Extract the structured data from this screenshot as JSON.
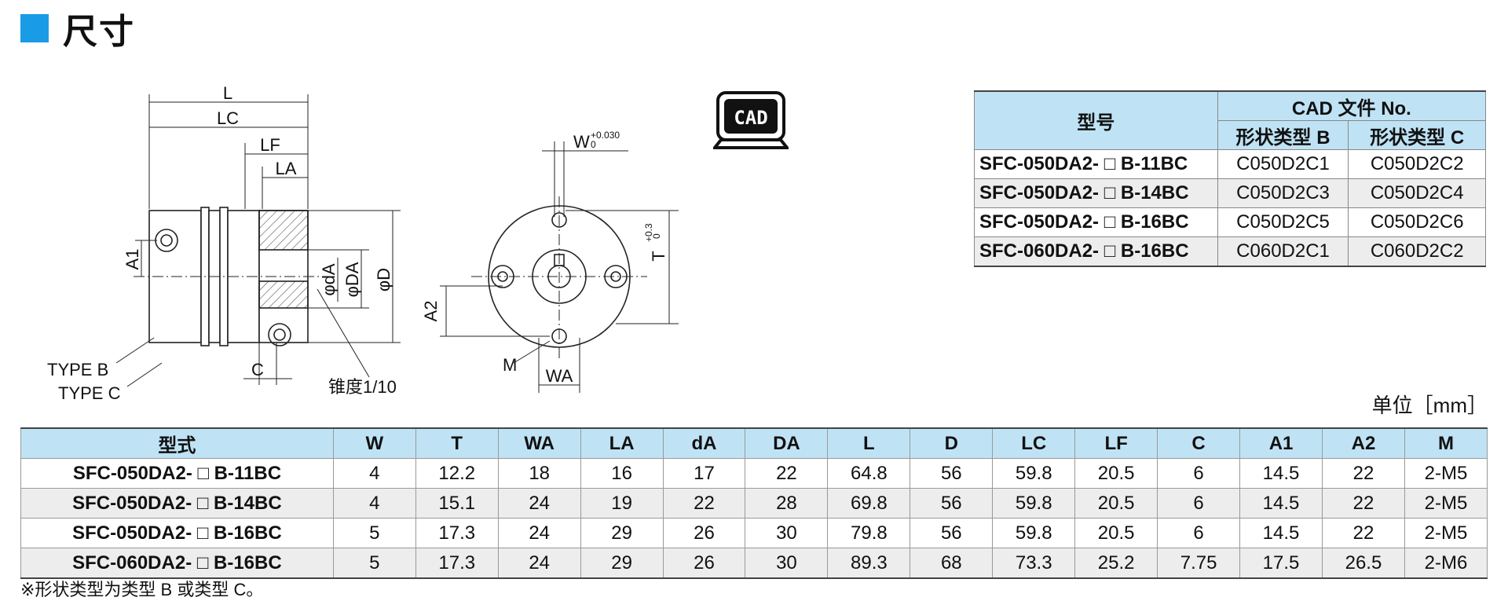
{
  "section": {
    "title": "尺寸",
    "accent_color": "#1a9be6"
  },
  "drawing": {
    "labels": {
      "L": "L",
      "LC": "LC",
      "LF": "LF",
      "LA": "LA",
      "A1": "A1",
      "dA": "φdA",
      "DA": "φDA",
      "D": "φD",
      "type_b": "TYPE B",
      "type_c": "TYPE C",
      "C": "C",
      "taper": "锥度1/10",
      "W": "W",
      "W_tol_upper": "+0.030",
      "W_tol_lower": "0",
      "T": "T",
      "T_tol_upper": "+0.3",
      "T_tol_lower": "0",
      "A2": "A2",
      "M": "M",
      "WA": "WA"
    }
  },
  "cad_icon": {
    "label": "CAD"
  },
  "cad_table": {
    "headers": {
      "model": "型号",
      "cad": "CAD 文件 No.",
      "type_b": "形状类型 B",
      "type_c": "形状类型 C"
    },
    "rows": [
      {
        "model": "SFC-050DA2- □ B-11BC",
        "b": "C050D2C1",
        "c": "C050D2C2"
      },
      {
        "model": "SFC-050DA2- □ B-14BC",
        "b": "C050D2C3",
        "c": "C050D2C4"
      },
      {
        "model": "SFC-050DA2- □ B-16BC",
        "b": "C050D2C5",
        "c": "C050D2C6"
      },
      {
        "model": "SFC-060DA2- □ B-16BC",
        "b": "C060D2C1",
        "c": "C060D2C2"
      }
    ]
  },
  "unit": "单位［mm］",
  "spec_table": {
    "headers": [
      "型式",
      "W",
      "T",
      "WA",
      "LA",
      "dA",
      "DA",
      "L",
      "D",
      "LC",
      "LF",
      "C",
      "A1",
      "A2",
      "M"
    ],
    "rows": [
      [
        "SFC-050DA2- □ B-11BC",
        "4",
        "12.2",
        "18",
        "16",
        "17",
        "22",
        "64.8",
        "56",
        "59.8",
        "20.5",
        "6",
        "14.5",
        "22",
        "2-M5"
      ],
      [
        "SFC-050DA2- □ B-14BC",
        "4",
        "15.1",
        "24",
        "19",
        "22",
        "28",
        "69.8",
        "56",
        "59.8",
        "20.5",
        "6",
        "14.5",
        "22",
        "2-M5"
      ],
      [
        "SFC-050DA2- □ B-16BC",
        "5",
        "17.3",
        "24",
        "29",
        "26",
        "30",
        "79.8",
        "56",
        "59.8",
        "20.5",
        "6",
        "14.5",
        "22",
        "2-M5"
      ],
      [
        "SFC-060DA2- □ B-16BC",
        "5",
        "17.3",
        "24",
        "29",
        "26",
        "30",
        "89.3",
        "68",
        "73.3",
        "25.2",
        "7.75",
        "17.5",
        "26.5",
        "2-M6"
      ]
    ]
  },
  "note": "※形状类型为类型 B 或类型 C。"
}
